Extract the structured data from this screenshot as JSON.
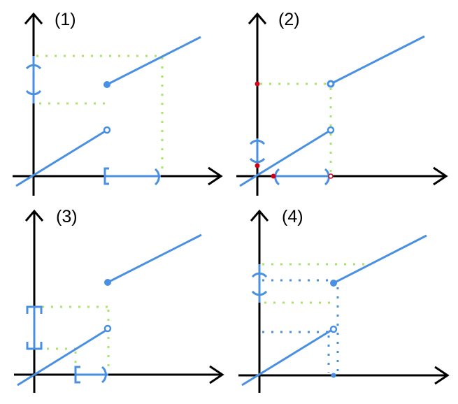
{
  "colors": {
    "axis": "#000000",
    "function": "#4a90e2",
    "guide_green": "#a9e46c",
    "guide_blue": "#4a90e2",
    "marker_red": "#d0021b"
  },
  "panels": [
    {
      "label": "(1)"
    },
    {
      "label": "(2)"
    },
    {
      "label": "(3)"
    },
    {
      "label": "(4)"
    }
  ]
}
